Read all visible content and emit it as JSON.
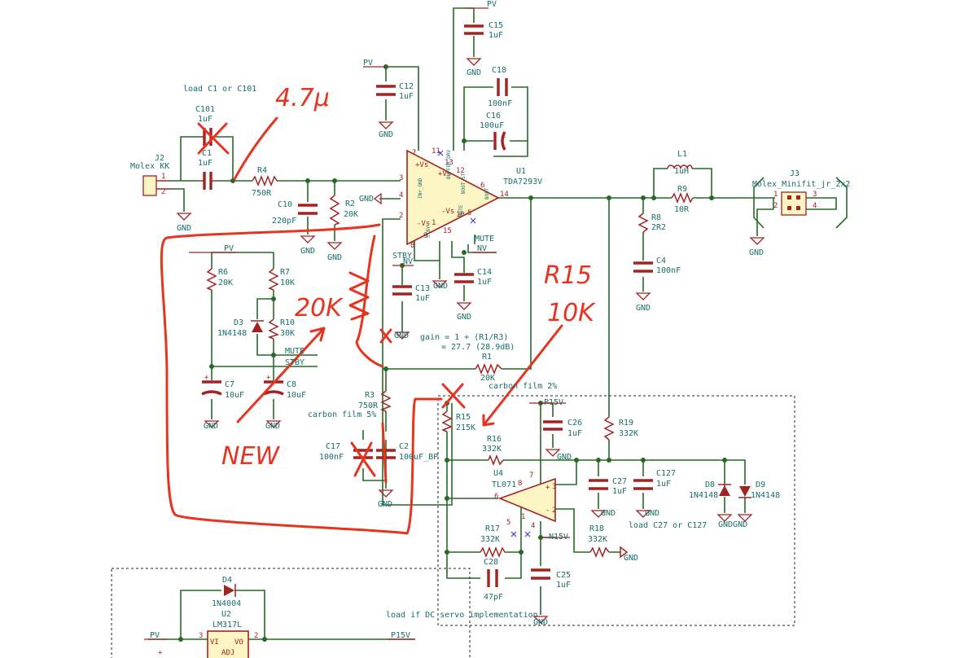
{
  "notes": {
    "load_c1": "load C1 or C101",
    "gain_line1": "gain = 1 + (R1/R3)",
    "gain_line2": "= 27.7  (28.9dB)",
    "carbon2": "carbon film 2%",
    "carbon5": "carbon film 5%",
    "load_c27": "load C27 or C127",
    "dc_servo": "load if DC servo implementation"
  },
  "parts": {
    "J2": {
      "ref": "J2",
      "val": "Molex KK",
      "p1": "1",
      "p2": "2"
    },
    "C101": {
      "ref": "C101",
      "val": "1uF"
    },
    "C1": {
      "ref": "C1",
      "val": "1uF"
    },
    "R4": {
      "ref": "R4",
      "val": "750R"
    },
    "C10": {
      "ref": "C10",
      "val": "220pF"
    },
    "R2": {
      "ref": "R2",
      "val": "20K"
    },
    "C12": {
      "ref": "C12",
      "val": "1uF"
    },
    "C15": {
      "ref": "C15",
      "val": "1uF"
    },
    "C18": {
      "ref": "C18",
      "val": "100nF"
    },
    "C16": {
      "ref": "C16",
      "val": "100uF"
    },
    "U1": {
      "ref": "U1",
      "val": "TDA7293V"
    },
    "C13": {
      "ref": "C13",
      "val": "1uF"
    },
    "C14": {
      "ref": "C14",
      "val": "1uF"
    },
    "R6": {
      "ref": "R6",
      "val": "20K"
    },
    "R7": {
      "ref": "R7",
      "val": "10K"
    },
    "D3": {
      "ref": "D3",
      "val": "1N4148"
    },
    "R10": {
      "ref": "R10",
      "val": "30K"
    },
    "C7": {
      "ref": "C7",
      "val": "10uF"
    },
    "C8": {
      "ref": "C8",
      "val": "10uF"
    },
    "R1": {
      "ref": "R1",
      "val": "20K"
    },
    "R3": {
      "ref": "R3",
      "val": "750R"
    },
    "C17": {
      "ref": "C17",
      "val": "100nF"
    },
    "C2": {
      "ref": "C2",
      "val": "100uF_BP"
    },
    "L1": {
      "ref": "L1",
      "val": "1uH"
    },
    "R9": {
      "ref": "R9",
      "val": "10R"
    },
    "R8": {
      "ref": "R8",
      "val": "2R2"
    },
    "C4": {
      "ref": "C4",
      "val": "100nF"
    },
    "J3": {
      "ref": "J3",
      "val": "Molex_Minifit_jr_2x2",
      "p1": "1",
      "p2": "2",
      "p3": "3",
      "p4": "4"
    },
    "R15": {
      "ref": "R15",
      "val": "215K"
    },
    "R16": {
      "ref": "R16",
      "val": "332K"
    },
    "R19": {
      "ref": "R19",
      "val": "332K"
    },
    "C26": {
      "ref": "C26",
      "val": "1uF"
    },
    "U4": {
      "ref": "U4",
      "val": "TL071"
    },
    "C27": {
      "ref": "C27",
      "val": "1uF"
    },
    "C127": {
      "ref": "C127",
      "val": "1uF"
    },
    "D8": {
      "ref": "D8",
      "val": "1N4148"
    },
    "D9": {
      "ref": "D9",
      "val": "1N4148"
    },
    "R17": {
      "ref": "R17",
      "val": "332K"
    },
    "R18": {
      "ref": "R18",
      "val": "332K"
    },
    "C28": {
      "ref": "C28",
      "val": "47pF"
    },
    "C25": {
      "ref": "C25",
      "val": "1uF"
    },
    "D4": {
      "ref": "D4",
      "val": "1N4004"
    },
    "U2": {
      "ref": "U2",
      "val": "LM317L"
    }
  },
  "nets": {
    "pv": "PV",
    "gnd": "GND",
    "nv": "NV",
    "mute": "MUTE",
    "stby": "STBY",
    "p15v": "P15V",
    "n15v": "N15V",
    "gndgnd": "GNDGND"
  },
  "pins": {
    "u1_3": "3",
    "u1_4": "4",
    "u1_2": "2",
    "u1_7": "7",
    "u1_11": "11",
    "u1_13": "13",
    "u1_12": "12",
    "u1_6": "6",
    "u1_14": "14",
    "u1_10": "10",
    "u1_9": "9",
    "u1_8": "8",
    "u1_15": "15",
    "u1_1": "1",
    "u1_5": "5",
    "u4_7": "7",
    "u4_3": "3",
    "u4_2": "2",
    "u4_6": "6",
    "u4_5": "5",
    "u4_4": "4",
    "u4_1": "1",
    "u4_8": "8",
    "u2_3": "3",
    "u2_2": "2",
    "plus": "+",
    "minus": "-",
    "pvs": "+Vs",
    "nvs": "-Vs",
    "vi": "VI",
    "vo": "VO",
    "adj": "ADJ"
  },
  "handwritten": {
    "c1_new": "4.7μ",
    "r15_ref": "R15",
    "r15_val": "10K",
    "r2_new": "20K",
    "new": "NEW"
  },
  "colors": {
    "wire": "#276a27",
    "component": "#a32222",
    "ic_fill": "#fdf5c4",
    "label": "#1a6d6d",
    "handwriting": "#e5341f"
  }
}
